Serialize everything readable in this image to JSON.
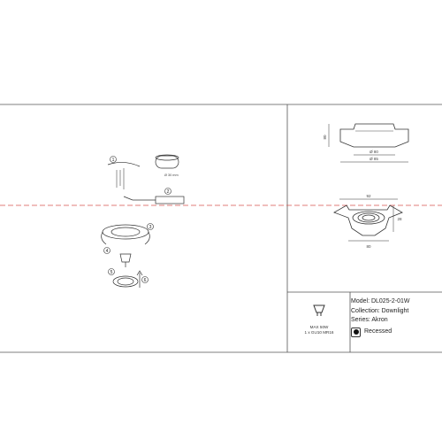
{
  "drawing": {
    "width_label_top": "Ø 85",
    "cutout_label": "Ø 80",
    "height_label": "80",
    "plan_top_label": "92",
    "plan_bottom_label": "80",
    "plan_side_label": "28",
    "box_label": "Ø 30 mm",
    "steps": [
      "1",
      "2",
      "3",
      "4",
      "5",
      "6"
    ]
  },
  "lamp": {
    "icon": "bulb-icon",
    "max_power": "MAX 50W",
    "lamp_type": "1 x GU10 MR16"
  },
  "info": {
    "model": "Model: DL025-2-01W",
    "collection": "Collection: Downlight",
    "series": "Series: Akron",
    "mount_label": "Recessed"
  },
  "colors": {
    "line": "#333333",
    "dash": "#d9534f"
  }
}
